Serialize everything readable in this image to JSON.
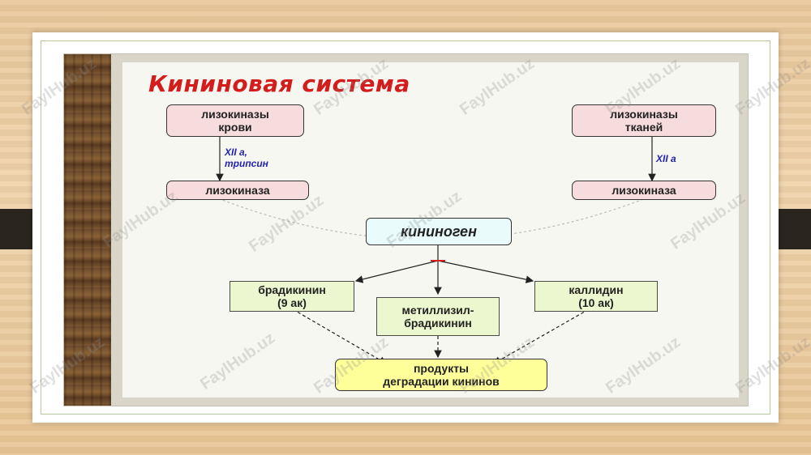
{
  "slide": {
    "title": "Кининовая система",
    "nodes": {
      "lysokinase_blood": "лизокиназы\nкрови",
      "lysokinase_tissue": "лизокиназы\nтканей",
      "lysokinase_left": "лизокиназа",
      "lysokinase_right": "лизокиназа",
      "kininogen": "кининоген",
      "bradykinin": "брадикинин\n(9 ак)",
      "methyllysyl": "метиллизил-\nбрадикинин",
      "kallidin": "каллидин\n(10 ак)",
      "products": "продукты\nдеградации кининов"
    },
    "enzymes": {
      "left": "XII а,\nтрипсин",
      "right": "XII а"
    },
    "colors": {
      "title": "#d31d1d",
      "enzyme": "#2323b3",
      "pink_box": "#f6dcdc",
      "green_box": "#ecf6cf",
      "cyan_box": "#e9fbfb",
      "yellow_box": "#ffff9a"
    }
  },
  "watermark": "FaylHub.uz"
}
